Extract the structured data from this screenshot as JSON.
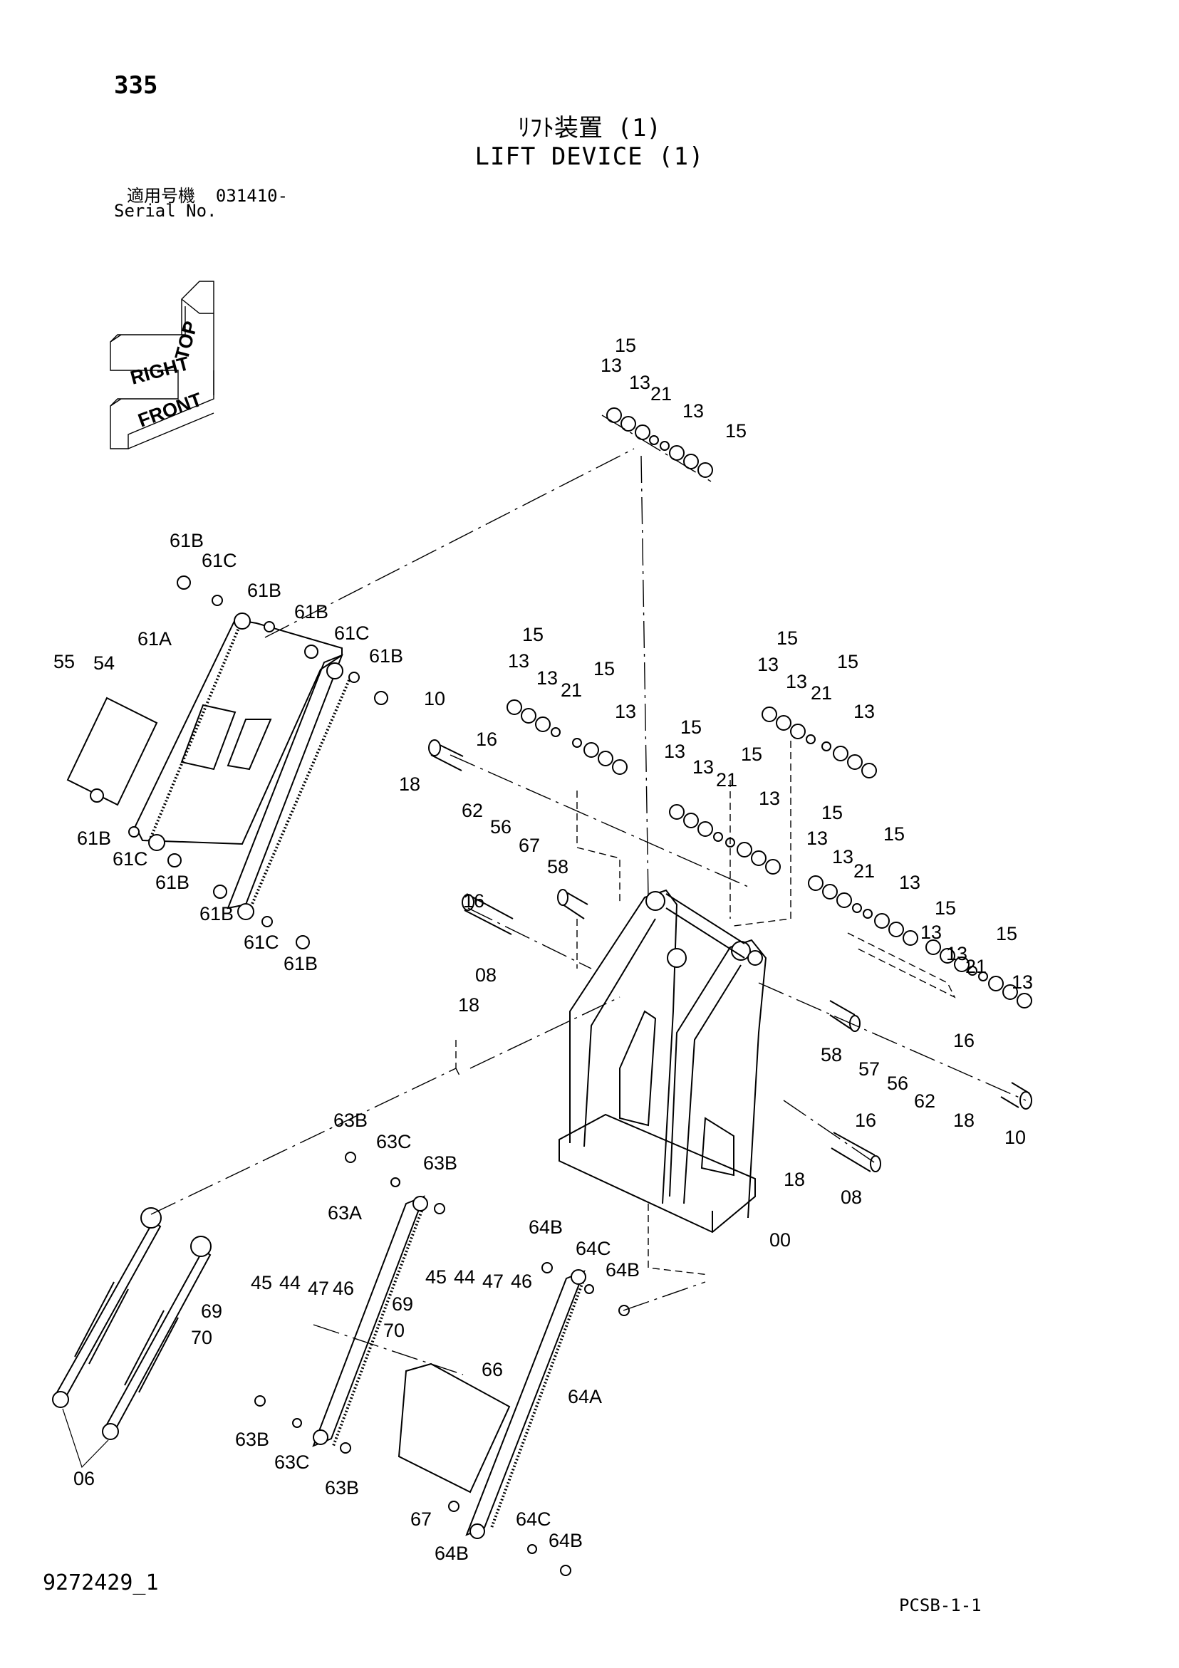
{
  "header": {
    "page_number": "335",
    "title_jp": "ﾘﾌﾄ装置 (1)",
    "title_en": "LIFT DEVICE (1)",
    "serial_label_jp": "適用号機",
    "serial_value": "031410-",
    "serial_label_en": "Serial No."
  },
  "footer": {
    "figure_code": "9272429_1",
    "document_code": "PCSB-1-1"
  },
  "orientation_icon": {
    "labels": [
      "TOP",
      "RIGHT",
      "FRONT"
    ]
  },
  "diagram": {
    "icon_name": "lift-device-exploded-view",
    "callouts": [
      "15",
      "13",
      "13",
      "21",
      "13",
      "15",
      "61B",
      "61C",
      "61B",
      "61B",
      "61C",
      "61B",
      "61A",
      "55",
      "54",
      "61B",
      "61C",
      "61B",
      "61B",
      "61C",
      "61B",
      "15",
      "13",
      "13",
      "21",
      "15",
      "13",
      "10",
      "16",
      "18",
      "62",
      "56",
      "67",
      "58",
      "15",
      "13",
      "13",
      "21",
      "15",
      "13",
      "15",
      "13",
      "13",
      "21",
      "15",
      "13",
      "15",
      "13",
      "13",
      "21",
      "15",
      "13",
      "15",
      "13",
      "13",
      "21",
      "15",
      "13",
      "16",
      "08",
      "18",
      "58",
      "57",
      "56",
      "62",
      "16",
      "18",
      "10",
      "16",
      "18",
      "08",
      "00",
      "63B",
      "63C",
      "63B",
      "63A",
      "45",
      "44",
      "47",
      "46",
      "69",
      "70",
      "64B",
      "64C",
      "64B",
      "45",
      "44",
      "47",
      "46",
      "69",
      "70",
      "66",
      "64A",
      "63B",
      "63C",
      "63B",
      "67",
      "06",
      "64B",
      "64C",
      "64B"
    ]
  }
}
